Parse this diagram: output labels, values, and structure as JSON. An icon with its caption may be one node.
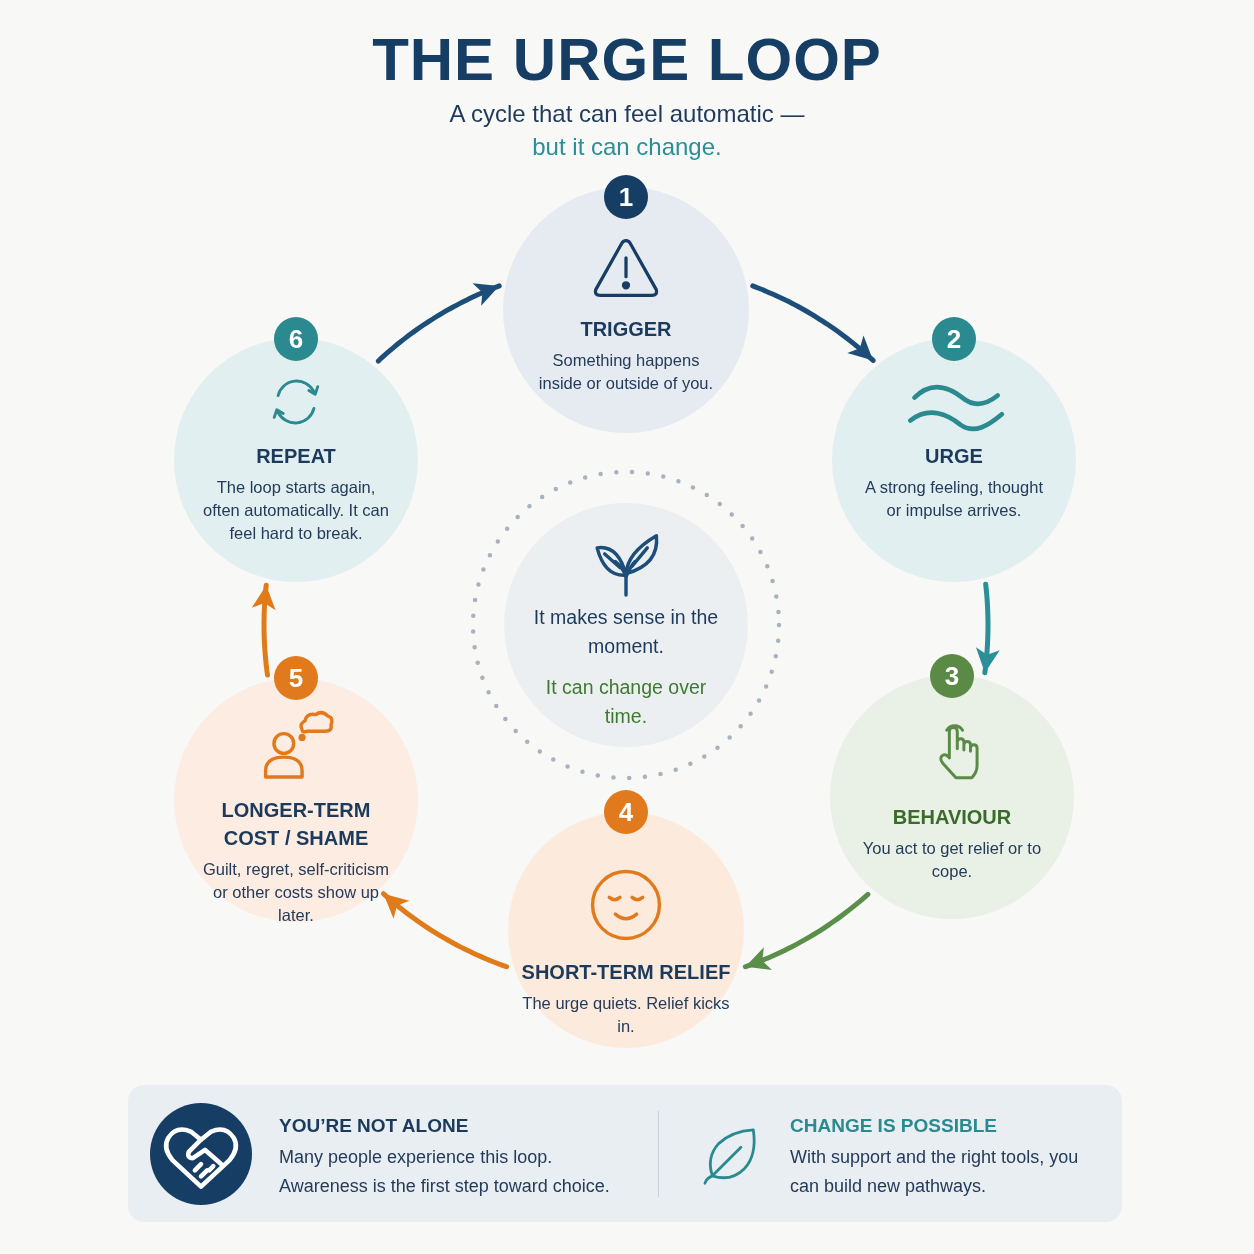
{
  "diagram": {
    "title": "THE URGE LOOP",
    "nodes": [
      {
        "text": [
          "1",
          "TRIGGER",
          "Something happens inside or outside of you."
        ]
      },
      {
        "text": [
          "2",
          "URGE",
          "A strong feeling, thought or impulse arrives."
        ]
      },
      {
        "text": [
          "3",
          "BEHAVIOUR",
          "You act to get relief or to cope."
        ]
      },
      {
        "text": [
          "4",
          "SHORT-TERM RELIEF",
          "The urge quiets. Relief kicks in."
        ]
      },
      {
        "text": [
          "5",
          "LONGER-TERM COST / SHAME",
          "Guilt, regret, self-criticism or other costs show up later."
        ]
      },
      {
        "text": [
          "6",
          "REPEAT",
          "The loop starts again, often automatically. It can feel hard to break."
        ]
      },
      {
        "text": [
          "It makes sense in the moment.",
          "It can change over time."
        ]
      },
      {
        "text": [
          "YOU’RE NOT ALONE",
          "Many people experience this loop. Awareness is the first step toward choice.",
          "CHANGE IS POSSIBLE",
          "With support and the right tools, you can build new pathways."
        ]
      }
    ],
    "edges": [
      {
        "from": 0,
        "to": 1,
        "arrow": "to",
        "color": "#1d4e79"
      },
      {
        "from": 1,
        "to": 2,
        "arrow": "to",
        "color": "#2a8f96"
      },
      {
        "from": 2,
        "to": 3,
        "arrow": "to",
        "color": "#5a8f4a"
      },
      {
        "from": 3,
        "to": 4,
        "arrow": "to",
        "color": "#e07b1a"
      },
      {
        "from": 4,
        "to": 5,
        "arrow": "to",
        "color": "#e07b1a"
      },
      {
        "from": 5,
        "to": 0,
        "arrow": "to",
        "color": "#1d4e79"
      }
    ],
    "labels": [
      "A cycle that can feel automatic —",
      "but it can change."
    ]
  }
}
